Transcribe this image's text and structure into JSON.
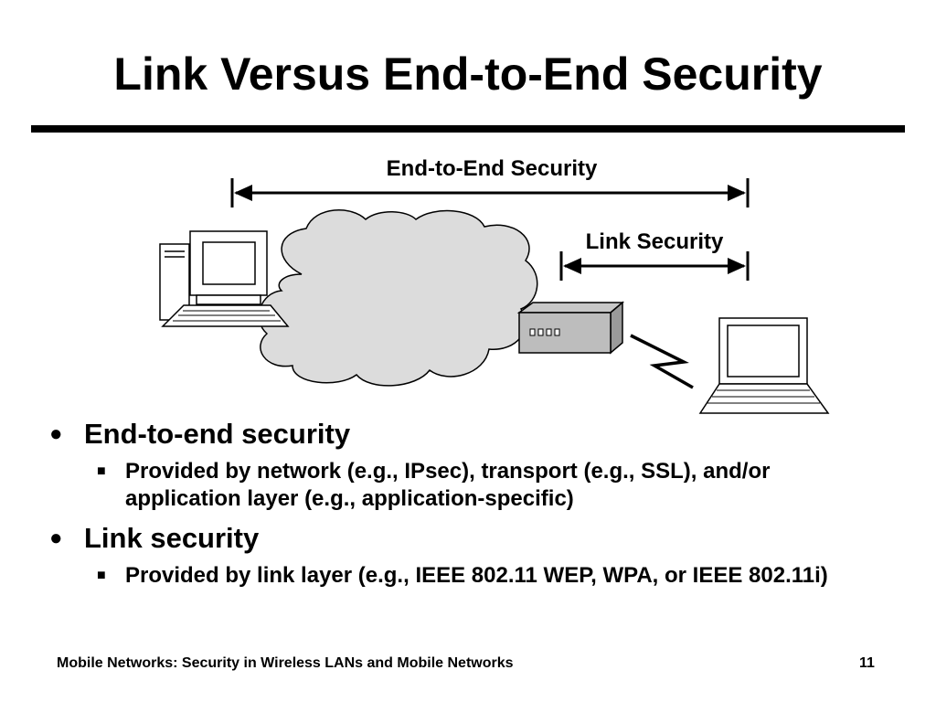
{
  "slide": {
    "title": "Link Versus End-to-End Security"
  },
  "diagram": {
    "end_to_end_label": "End-to-End Security",
    "link_label": "Link Security"
  },
  "bullets": [
    {
      "text": "End-to-end security",
      "sub": "Provided by network (e.g., IPsec), transport (e.g., SSL), and/or application layer (e.g., application-specific)"
    },
    {
      "text": "Link security",
      "sub": "Provided by link layer (e.g., IEEE 802.11 WEP, WPA, or IEEE 802.11i)"
    }
  ],
  "footer": {
    "left": "Mobile Networks:  Security in Wireless LANs and Mobile Networks",
    "page_number": "11"
  }
}
